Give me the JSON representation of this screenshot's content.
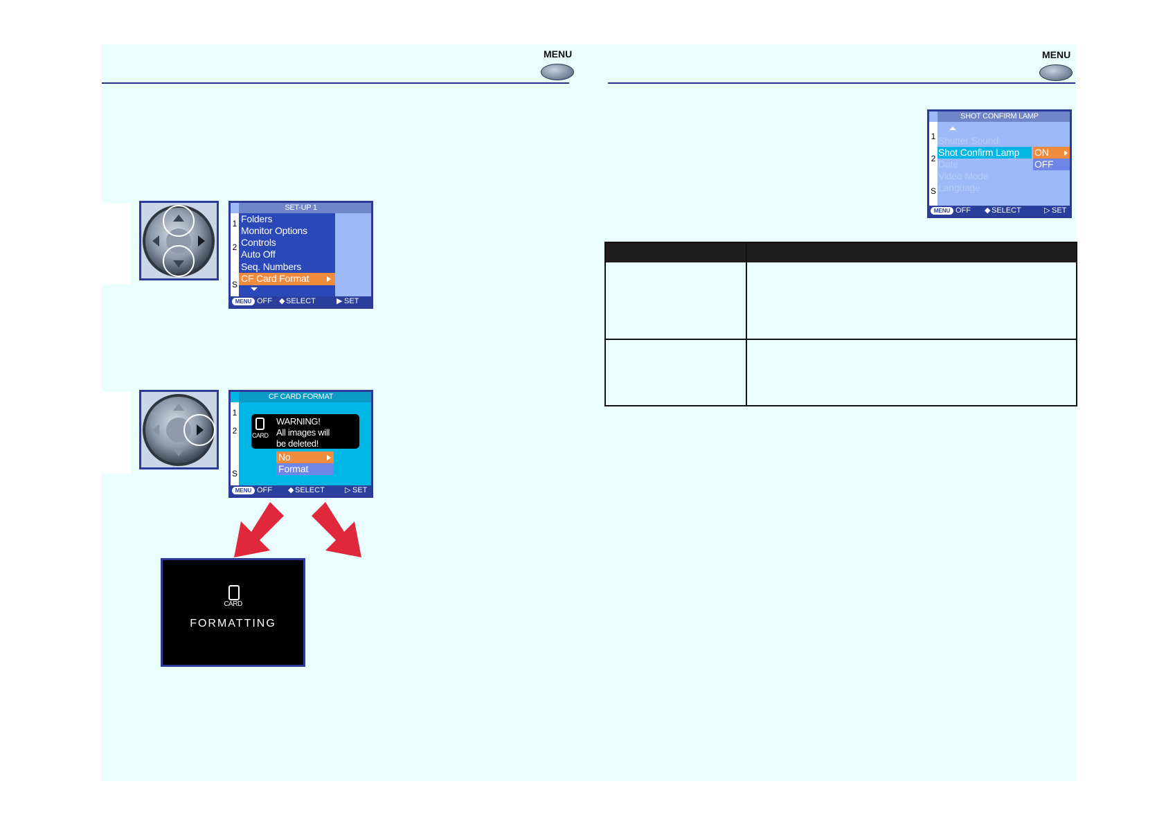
{
  "left_page": {
    "menu_label": "MENU",
    "setup_lcd": {
      "title": "SET-UP 1",
      "tabs": [
        "1",
        "2",
        "S"
      ],
      "items": [
        "Folders",
        "Monitor Options",
        "Controls",
        "Auto Off",
        "Seq. Numbers",
        "CF Card Format"
      ],
      "selected_index": 5,
      "footer": {
        "menu": "MENU",
        "off": "OFF",
        "select": "SELECT",
        "set": "SET"
      }
    },
    "format_lcd": {
      "title": "CF CARD FORMAT",
      "tabs": [
        "1",
        "2",
        "S"
      ],
      "card_label": "CARD",
      "warning_lines": [
        "WARNING!",
        "All images will",
        "be deleted!"
      ],
      "options": [
        "No",
        "Format"
      ],
      "footer": {
        "menu": "MENU",
        "off": "OFF",
        "select": "SELECT",
        "set": "SET"
      }
    },
    "formatting_screen": {
      "card_label": "CARD",
      "text": "FORMATTING"
    }
  },
  "right_page": {
    "menu_label": "MENU",
    "lamp_lcd": {
      "title": "SHOT CONFIRM LAMP",
      "tabs": [
        "1",
        "2",
        "S"
      ],
      "items": [
        "Shutter Sound",
        "Shot Confirm Lamp",
        "Date",
        "Video Mode",
        "Language"
      ],
      "selected_index": 1,
      "options": [
        "ON",
        "OFF"
      ],
      "footer": {
        "menu": "MENU",
        "off": "OFF",
        "select": "SELECT",
        "set": "SET"
      }
    }
  },
  "colors": {
    "page_bg": "#eafefe",
    "rule": "#26308e",
    "lcd_blue": "#9db9f7",
    "lcd_cyan": "#00b6e4",
    "highlight_orange": "#f08a3c",
    "arrow_red": "#e0283c"
  }
}
